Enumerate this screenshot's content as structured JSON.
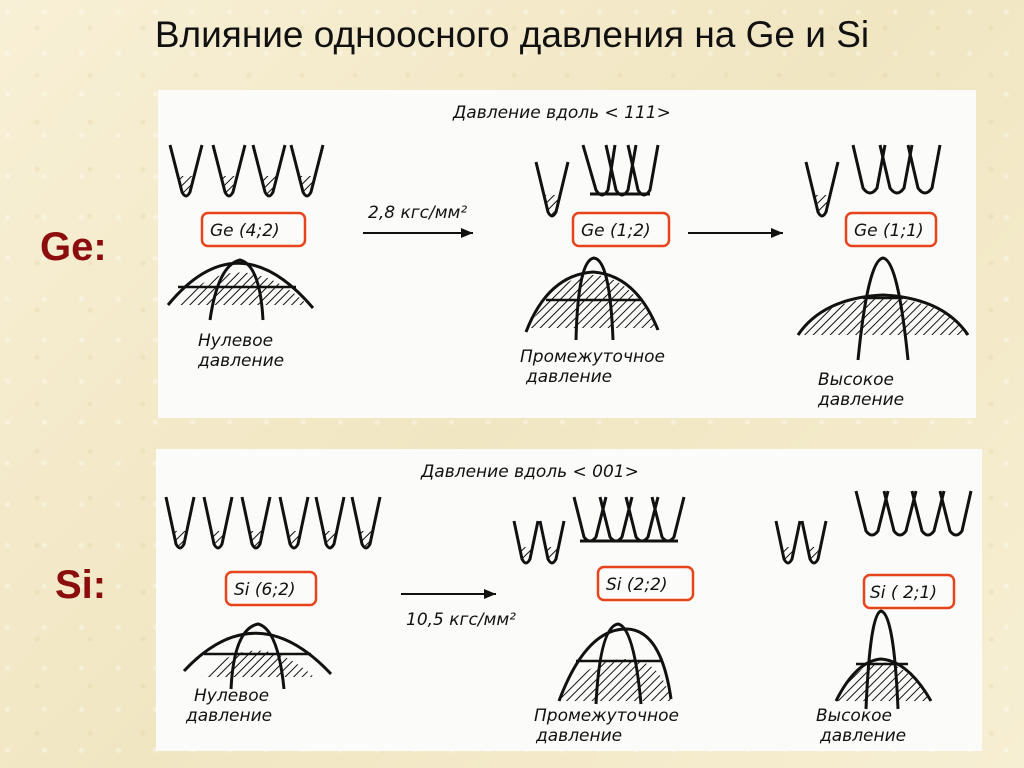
{
  "title": "Влияние одноосного давления на Ge и Si",
  "accent_color": "#8b0d0d",
  "highlight_color": "#e8441c",
  "panels": [
    {
      "side_label": "Ge:",
      "header": "Давление вдоль < 111>",
      "arrow_label": "2,8 кгс/мм²",
      "stages": [
        {
          "box_label": "Ge (4;2)",
          "caption_lines": [
            "Нулевое",
            "давление"
          ]
        },
        {
          "box_label": "Ge (1;2)",
          "caption_lines": [
            "Промежуточное",
            "давление"
          ]
        },
        {
          "box_label": "Ge (1;1)",
          "caption_lines": [
            "Высокое",
            "давление"
          ]
        }
      ]
    },
    {
      "side_label": "Si:",
      "header": "Давление вдоль < 001>",
      "arrow_label": "10,5 кгс/мм²",
      "stages": [
        {
          "box_label": "Si (6;2)",
          "caption_lines": [
            "Нулевое",
            "давление"
          ]
        },
        {
          "box_label": "Si (2;2)",
          "caption_lines": [
            "Промежуточное",
            "давление"
          ]
        },
        {
          "box_label": "Si ( 2;1)",
          "caption_lines": [
            "Высокое",
            "давление"
          ]
        }
      ]
    }
  ]
}
